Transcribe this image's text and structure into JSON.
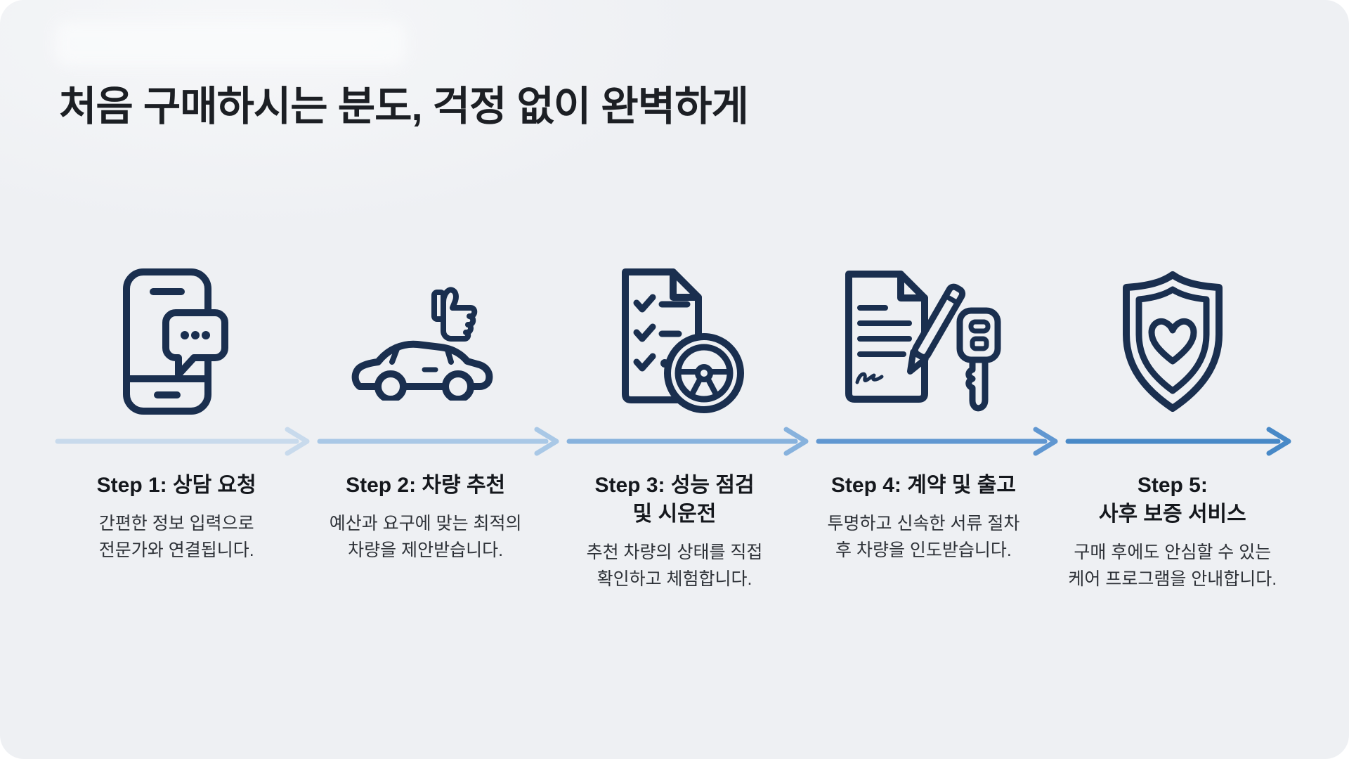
{
  "header": {
    "title": "처음 구매하시는 분도, 걱정 없이 완벽하게"
  },
  "colors": {
    "background": "#eef0f3",
    "icon_stroke": "#1a2f4f",
    "title_text": "#1c1f24",
    "body_text": "#2d3137",
    "arrow_segments": [
      "#c8daec",
      "#a9c8e6",
      "#87b2dd",
      "#6097d1",
      "#4889c7"
    ]
  },
  "steps": [
    {
      "icon": "phone-chat-icon",
      "title_lines": [
        "Step 1: 상담 요청"
      ],
      "description_lines": [
        "간편한 정보 입력으로",
        "전문가와 연결됩니다."
      ]
    },
    {
      "icon": "car-thumbsup-icon",
      "title_lines": [
        "Step 2: 차량 추천"
      ],
      "description_lines": [
        "예산과 요구에 맞는 최적의",
        "차량을 제안받습니다."
      ]
    },
    {
      "icon": "checklist-steering-icon",
      "title_lines": [
        "Step 3: 성능 점검",
        "및 시운전"
      ],
      "description_lines": [
        "추천 차량의 상태를 직접",
        "확인하고 체험합니다."
      ]
    },
    {
      "icon": "contract-pen-key-icon",
      "title_lines": [
        "Step 4: 계약 및 출고"
      ],
      "description_lines": [
        "투명하고 신속한 서류 절차",
        "후 차량을 인도받습니다."
      ]
    },
    {
      "icon": "shield-heart-icon",
      "title_lines": [
        "Step 5:",
        "사후 보증 서비스"
      ],
      "description_lines": [
        "구매 후에도 안심할 수 있는",
        "케어 프로그램을 안내합니다."
      ]
    }
  ]
}
